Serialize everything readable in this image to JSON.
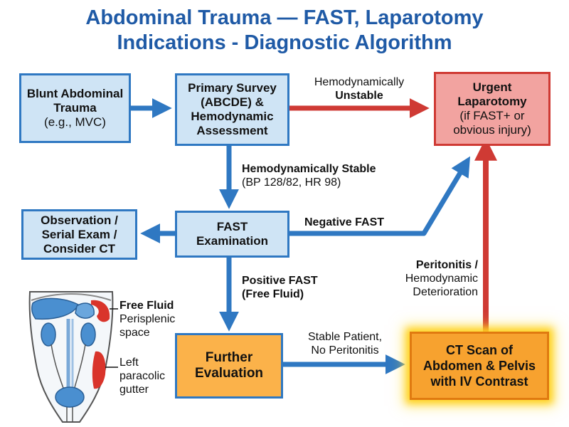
{
  "title": {
    "line1": "Abdominal Trauma — FAST, Laparotomy",
    "line2": "Indications - Diagnostic Algorithm"
  },
  "nodes": {
    "blunt": {
      "line1": "Blunt Abdominal",
      "line2": "Trauma",
      "line3": "(e.g., MVC)"
    },
    "primary": {
      "line1": "Primary Survey",
      "line2": "(ABCDE) &",
      "line3": "Hemodynamic",
      "line4": "Assessment"
    },
    "urgent": {
      "line1": "Urgent",
      "line2": "Laparotomy",
      "line3": "(if FAST+ or",
      "line4": "obvious injury)"
    },
    "observation": {
      "line1": "Observation /",
      "line2": "Serial Exam /",
      "line3": "Consider CT"
    },
    "fast": {
      "line1": "FAST",
      "line2": "Examination"
    },
    "further": {
      "line1": "Further",
      "line2": "Evaluation"
    },
    "ct": {
      "line1": "CT Scan of",
      "line2": "Abdomen & Pelvis",
      "line3": "with IV Contrast"
    }
  },
  "edges": {
    "unstable": {
      "line1": "Hemodynamically",
      "line2": "Unstable"
    },
    "stable": {
      "line1": "Hemodynamically Stable",
      "line2": "(BP 128/82, HR 98)"
    },
    "negative_fast": "Negative FAST",
    "positive_fast": {
      "line1": "Positive FAST",
      "line2": "(Free Fluid)"
    },
    "peritonitis": {
      "line1": "Peritonitis /",
      "line2": "Hemodynamic",
      "line3": "Deterioration"
    },
    "stable_patient": {
      "line1": "Stable Patient,",
      "line2": "No Peritonitis"
    }
  },
  "anatomy": {
    "free_fluid": "Free Fluid",
    "perisplenic": {
      "line1": "Perisplenic",
      "line2": "space"
    },
    "paracolic": {
      "line1": "Left",
      "line2": "paracolic",
      "line3": "gutter"
    }
  },
  "colors": {
    "title": "#1f5aa6",
    "blue_arrow": "#2f78c2",
    "red_arrow": "#cf3a34",
    "box_blue_fill": "#cfe4f5",
    "box_red_fill": "#f2a3a0",
    "box_orange_fill": "#fbb24a",
    "fluid_red": "#d9342b"
  }
}
